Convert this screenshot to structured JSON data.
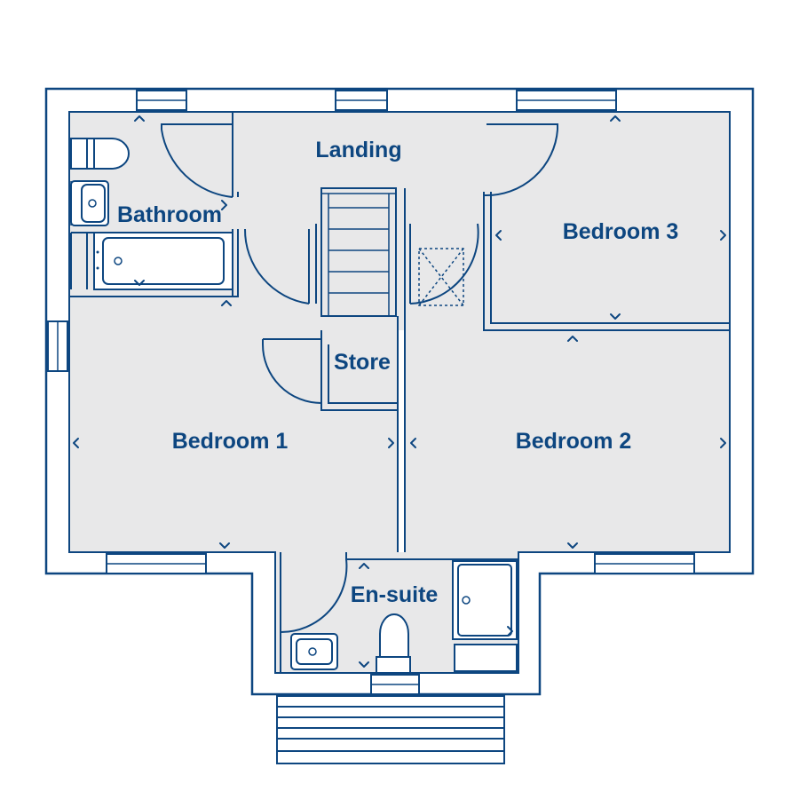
{
  "plan": {
    "colors": {
      "line": "#0d4680",
      "floor": "#e8e8e9",
      "background": "#ffffff"
    },
    "rooms": {
      "landing": "Landing",
      "bathroom": "Bathroom",
      "bedroom3": "Bedroom 3",
      "store": "Store",
      "bedroom1": "Bedroom 1",
      "bedroom2": "Bedroom 2",
      "ensuite": "En-suite"
    }
  }
}
